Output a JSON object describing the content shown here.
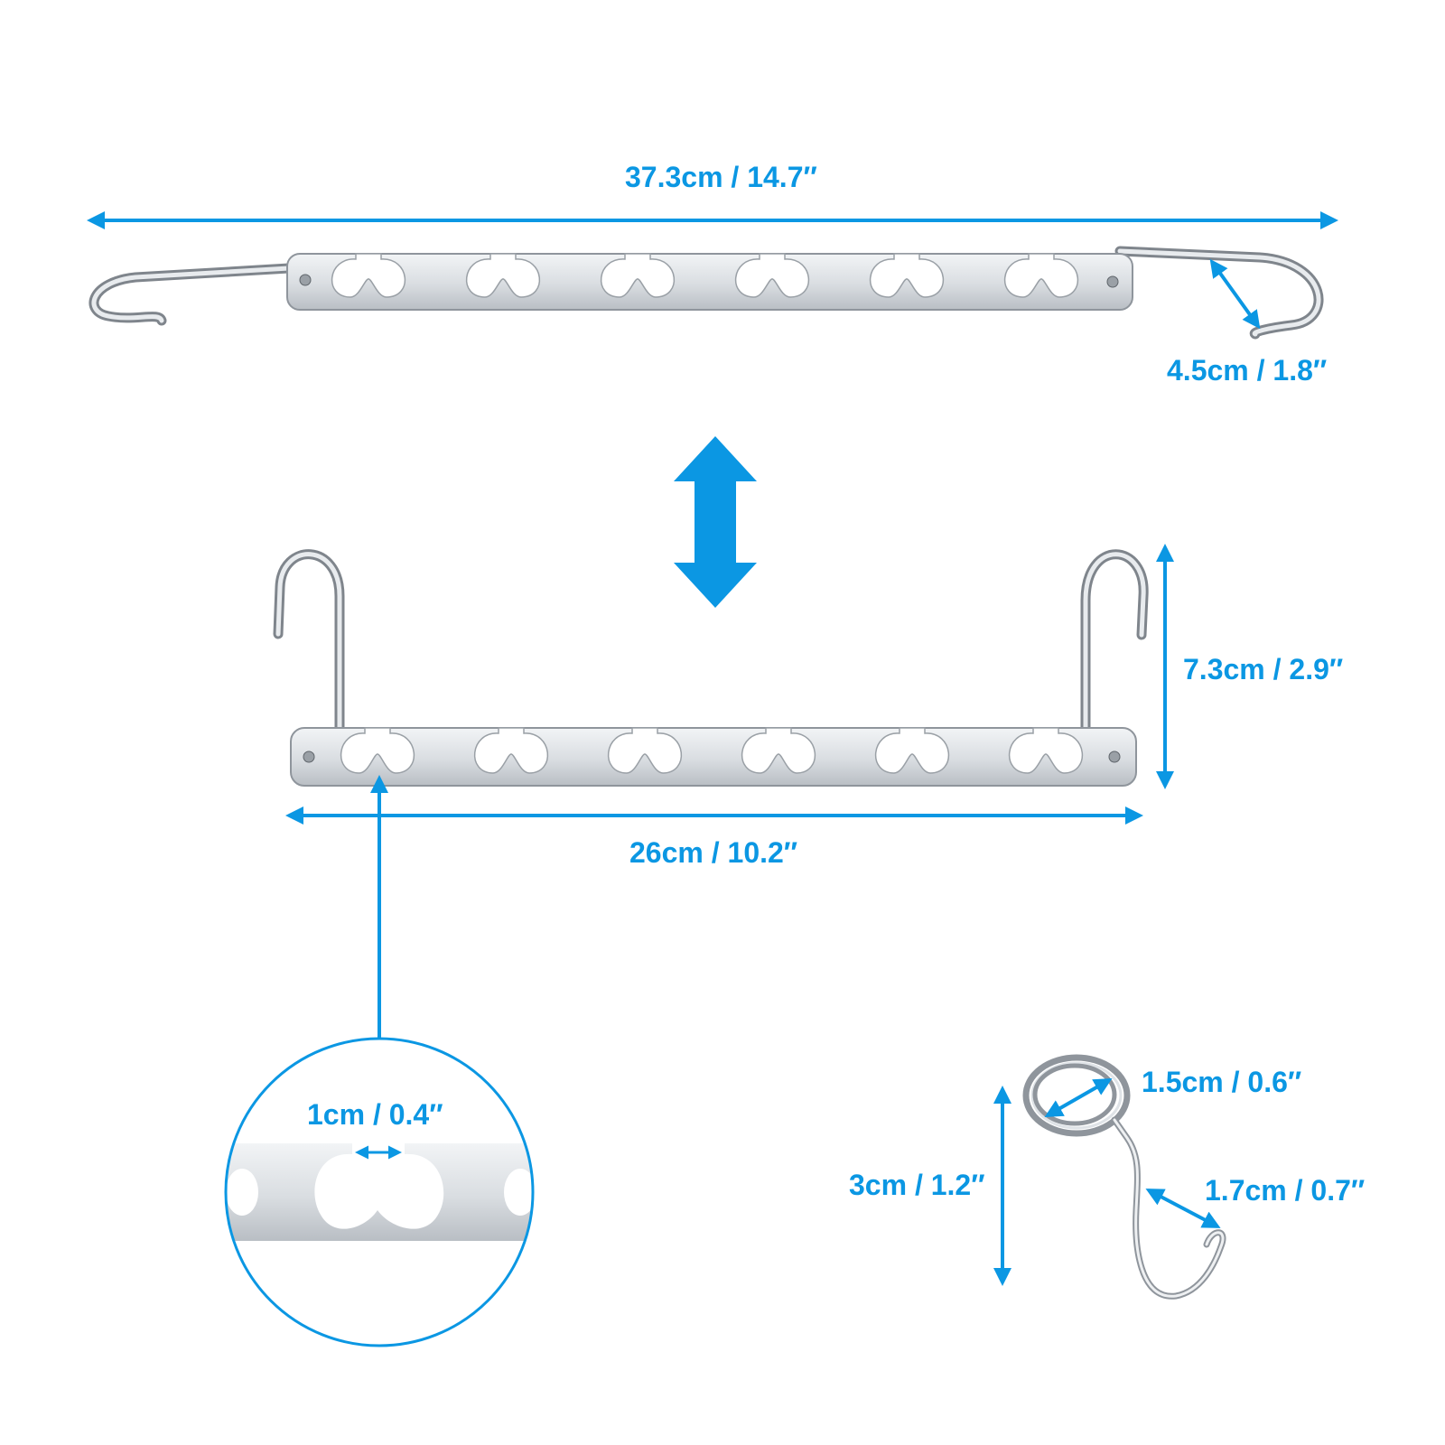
{
  "colors": {
    "accent": "#0b97e3",
    "metal_light": "#e3e6ea",
    "metal_mid": "#c6cacf",
    "metal_edge": "#8f959c",
    "background": "#ffffff"
  },
  "labels": {
    "total_length": "37.3cm / 14.7″",
    "hook_opening": "4.5cm / 1.8″",
    "folded_height": "7.3cm / 2.9″",
    "bar_length": "26cm / 10.2″",
    "slot_gap": "1cm / 0.4″",
    "ring_diameter": "1.5cm / 0.6″",
    "clip_height": "3cm / 1.2″",
    "clip_hook": "1.7cm / 0.7″"
  }
}
